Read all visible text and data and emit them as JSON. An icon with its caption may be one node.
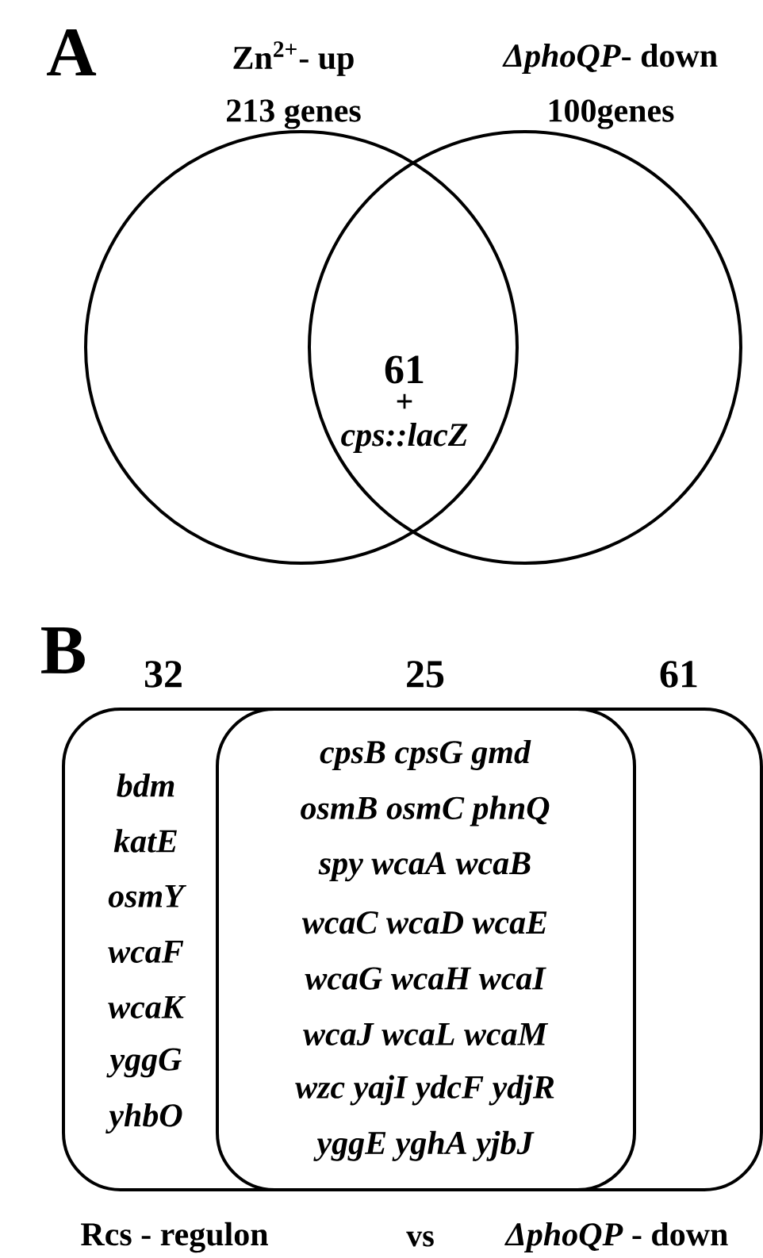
{
  "diagram": {
    "nodes": [
      {
        "text": [
          "Zn$^{2+}$- up",
          "213 genes"
        ]
      },
      {
        "text": [
          "*ΔphoQP*- down",
          "100genes"
        ]
      },
      {
        "text": [
          "Rcs - regulon"
        ]
      },
      {
        "text": [
          "*ΔphoQP* - down"
        ]
      }
    ],
    "labels": [
      "A",
      "61",
      "+",
      "cps::lacZ",
      "B",
      "32",
      "25",
      "61",
      "bdm",
      "katE",
      "osmY",
      "wcaF",
      "wcaK",
      "yggG",
      "yhbO",
      "cpsB cpsG gmd",
      "osmB osmC phnQ",
      "spy wcaA wcaB",
      "wcaC wcaD wcaE",
      "wcaG wcaH wcaI",
      "wcaJ wcaL wcaM",
      "wzc yajI ydcF ydjR",
      "yggE yghA yjbJ",
      "vs"
    ]
  }
}
